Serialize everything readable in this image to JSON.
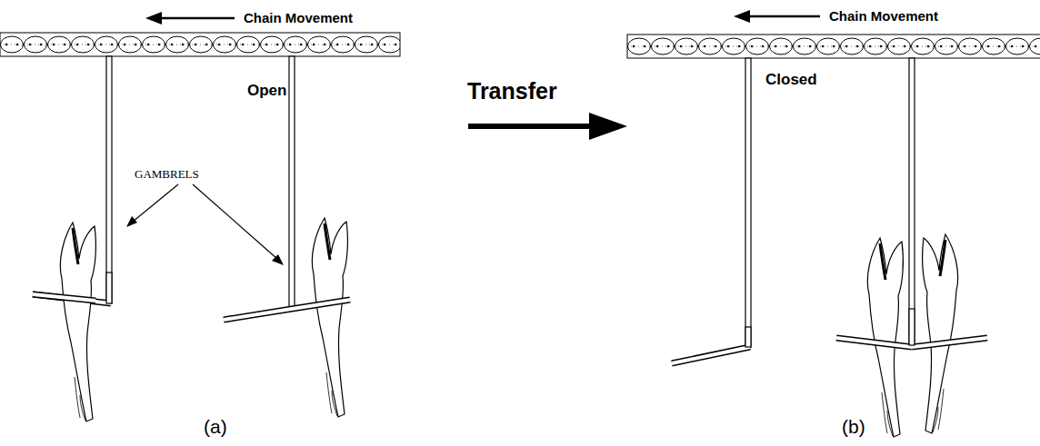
{
  "diagram": {
    "labels": [
      "Chain Movement",
      "Open",
      "GAMBRELS",
      "Transfer",
      "Chain Movement",
      "Closed",
      "(a)",
      "(b)"
    ]
  }
}
